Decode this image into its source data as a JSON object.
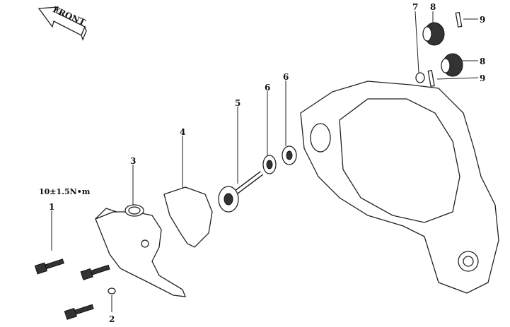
{
  "front_arrow": {
    "text": "FRONT"
  },
  "torque_spec": "10±1.5N•m",
  "callouts": [
    {
      "number": "1",
      "part": "bolt"
    },
    {
      "number": "2",
      "part": "washer"
    },
    {
      "number": "3",
      "part": "water-pump-cover"
    },
    {
      "number": "4",
      "part": "gasket"
    },
    {
      "number": "5",
      "part": "impeller-shaft"
    },
    {
      "number": "6",
      "part": "oil-seal"
    },
    {
      "number": "6",
      "part": "bearing"
    },
    {
      "number": "7",
      "part": "washer"
    },
    {
      "number": "8",
      "part": "gear"
    },
    {
      "number": "8",
      "part": "gear"
    },
    {
      "number": "9",
      "part": "pin"
    },
    {
      "number": "9",
      "part": "pin"
    }
  ]
}
